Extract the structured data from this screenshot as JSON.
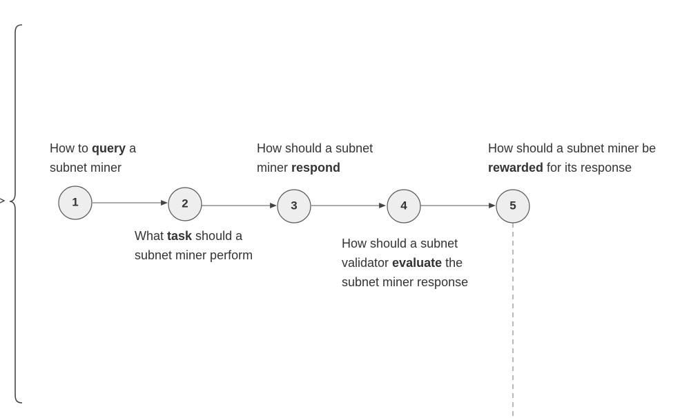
{
  "steps": [
    {
      "number": "1",
      "text": [
        "How to ",
        "query",
        " a subnet miner"
      ]
    },
    {
      "number": "2",
      "text": [
        "What ",
        "task",
        " should a subnet miner perform"
      ]
    },
    {
      "number": "3",
      "text": [
        "How should a subnet miner ",
        "respond",
        ""
      ]
    },
    {
      "number": "4",
      "text": [
        "How should a subnet validator ",
        "evaluate",
        " the subnet miner response"
      ]
    },
    {
      "number": "5",
      "text": [
        "How should a subnet miner be ",
        "rewarded",
        " for its response"
      ]
    }
  ]
}
